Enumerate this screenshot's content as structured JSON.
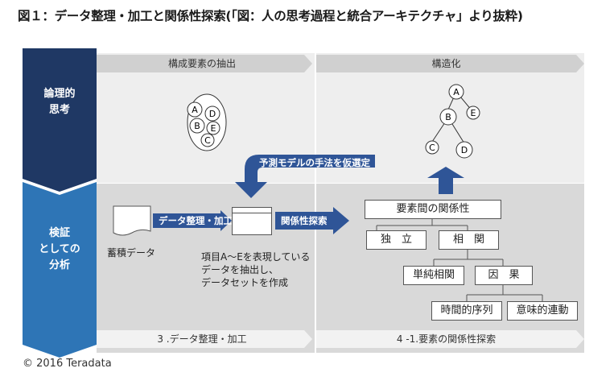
{
  "title": "図１：データ整理・加工と関係性探索(「図：人の思考過程と統合アーキテクチャ」より抜粋)",
  "side": {
    "top_label_1": "論理的",
    "top_label_2": "思考",
    "bottom_label_1": "検証",
    "bottom_label_2": "としての",
    "bottom_label_3": "分析"
  },
  "headers": {
    "extract": "構成要素の抽出",
    "structure": "構造化"
  },
  "cluster": [
    "A",
    "D",
    "B",
    "E",
    "C"
  ],
  "tree": [
    "A",
    "E",
    "B",
    "C",
    "D"
  ],
  "flow": {
    "hypothesis": "予測モデルの手法を仮選定",
    "stored_data": "蓄積データ",
    "process_arrow": "データ整理・加工",
    "explore_arrow": "関係性探索",
    "note_1": "項目A～Eを表現している",
    "note_2": "データを抽出し、",
    "note_3": "データセットを作成"
  },
  "relations": {
    "root": "要素間の関係性",
    "independent": "独　立",
    "correlated": "相　関",
    "simple": "単純相関",
    "causal": "因　果",
    "temporal": "時間的序列",
    "semantic": "意味的連動"
  },
  "footers": {
    "left": "3 .データ整理・加工",
    "right": "4 -1.要素の関係性探索"
  },
  "copyright": "© 2016 Teradata",
  "colors": {
    "dark_blue": "#1f3864",
    "mid_blue": "#2e75b6",
    "light_blue": "#5b9bd5",
    "arrow_blue": "#2f5597"
  }
}
